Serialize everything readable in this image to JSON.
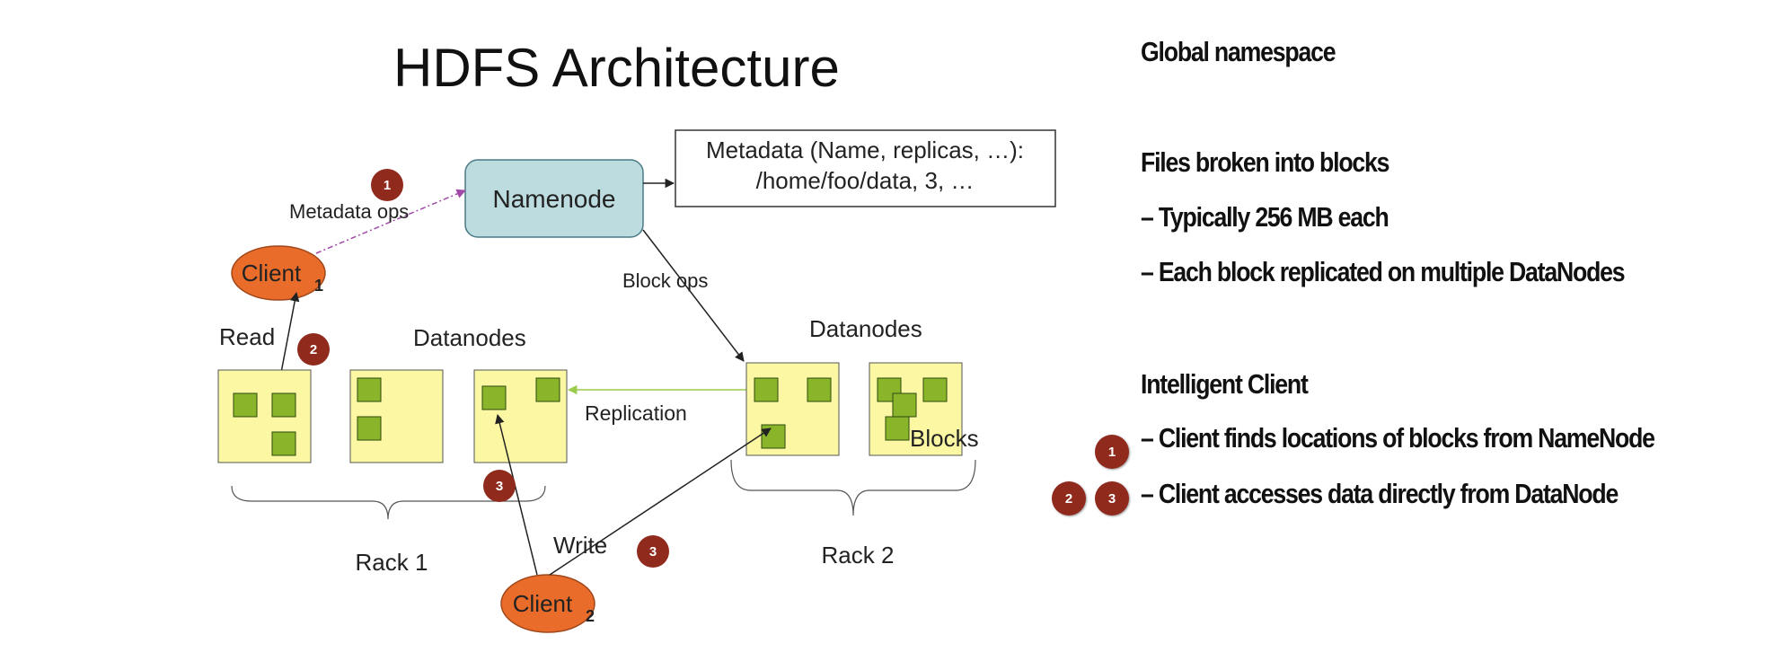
{
  "diagram": {
    "title": "HDFS Architecture",
    "namenode": "Namenode",
    "metadata_box": {
      "line1": "Metadata (Name, replicas, …):",
      "line2": "/home/foo/data, 3, …"
    },
    "labels": {
      "metadata_ops": "Metadata ops",
      "block_ops": "Block ops",
      "read": "Read",
      "write": "Write",
      "replication": "Replication",
      "datanodes_left": "Datanodes",
      "datanodes_right": "Datanodes",
      "blocks": "Blocks",
      "rack1": "Rack 1",
      "rack2": "Rack 2"
    },
    "client1": {
      "name": "Client",
      "sub": "1"
    },
    "client2": {
      "name": "Client",
      "sub": "2"
    },
    "badges": {
      "metadata": "1",
      "read": "2",
      "write_left": "3",
      "write_right": "3"
    }
  },
  "bullets": {
    "global_namespace": "Global namespace",
    "files_blocks": "Files broken into blocks",
    "typically": "– Typically  256 MB each",
    "replicated": "– Each block replicated on multiple DataNodes",
    "intelligent_client": "Intelligent Client",
    "client_finds": "– Client finds locations of blocks from NameNode",
    "client_accesses": "– Client accesses data directly from DataNode",
    "badge_finds": "1",
    "badge_access_a": "2",
    "badge_access_b": "3"
  },
  "colors": {
    "namenode_fill": "#bcdcdf",
    "datanode_fill": "#fbf7a3",
    "block_fill": "#8ab52b",
    "client_fill": "#e96c2a",
    "badge_fill": "#8f2a1d",
    "replication_line": "#9ccc4b",
    "metadata_line": "#a14aa8"
  }
}
